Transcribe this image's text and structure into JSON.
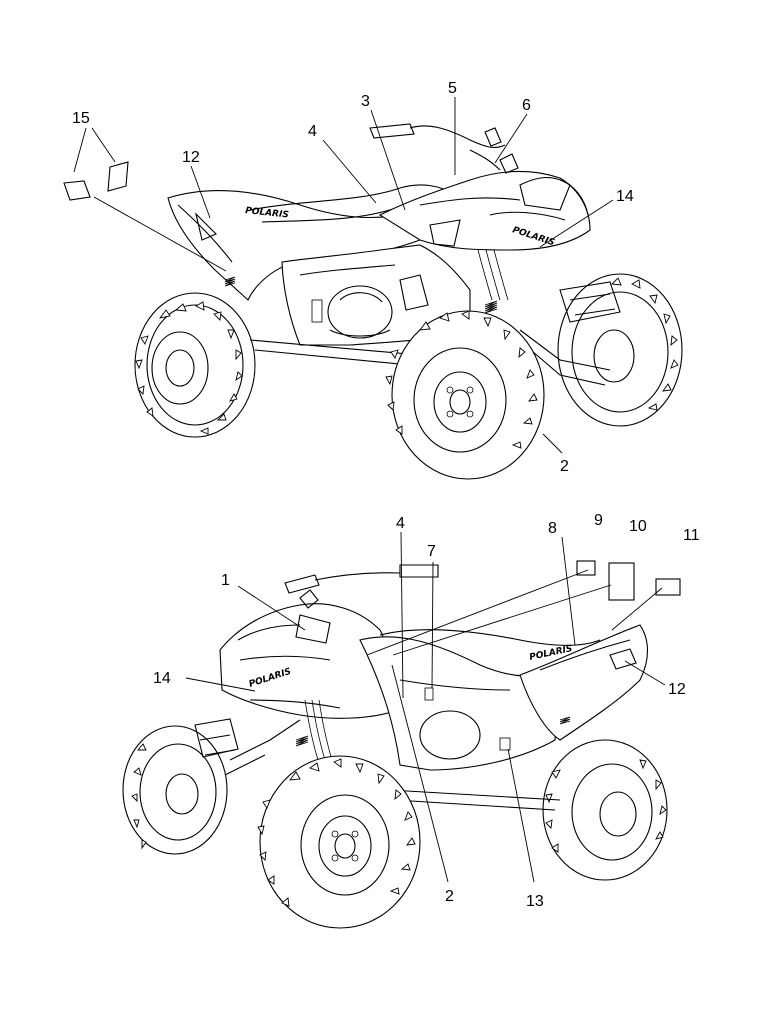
{
  "brand_mark": "POLARIS",
  "callouts_top": [
    {
      "id": "15",
      "label": "15"
    },
    {
      "id": "12",
      "label": "12"
    },
    {
      "id": "4",
      "label": "4"
    },
    {
      "id": "3",
      "label": "3"
    },
    {
      "id": "5",
      "label": "5"
    },
    {
      "id": "6",
      "label": "6"
    },
    {
      "id": "14",
      "label": "14"
    },
    {
      "id": "2",
      "label": "2"
    }
  ],
  "callouts_bottom": [
    {
      "id": "1",
      "label": "1"
    },
    {
      "id": "4",
      "label": "4"
    },
    {
      "id": "7",
      "label": "7"
    },
    {
      "id": "8",
      "label": "8"
    },
    {
      "id": "9",
      "label": "9"
    },
    {
      "id": "10",
      "label": "10"
    },
    {
      "id": "11",
      "label": "11"
    },
    {
      "id": "14",
      "label": "14"
    },
    {
      "id": "12",
      "label": "12"
    },
    {
      "id": "13",
      "label": "13"
    },
    {
      "id": "2",
      "label": "2"
    }
  ]
}
